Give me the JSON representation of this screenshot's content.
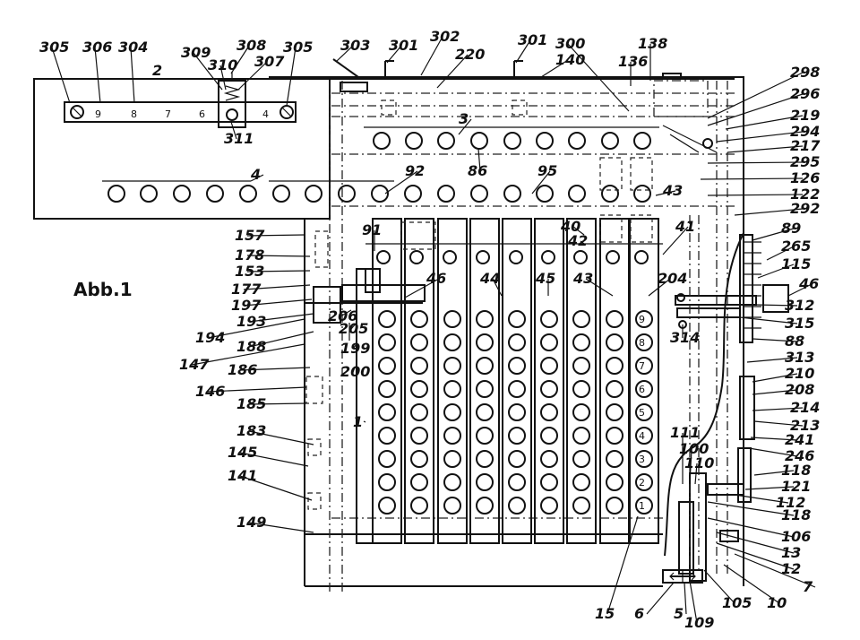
{
  "figure": {
    "title": "Abb.1"
  },
  "scale_numbers": [
    "9",
    "8",
    "7",
    "6",
    "4"
  ],
  "column_digits": [
    "9",
    "8",
    "7",
    "6",
    "5",
    "4",
    "3",
    "2",
    "1"
  ],
  "labels_top": [
    "305",
    "306",
    "304",
    "2",
    "309",
    "308",
    "310",
    "307",
    "305",
    "311",
    "303",
    "301",
    "302",
    "220",
    "301",
    "300",
    "138",
    "136",
    "140",
    "298",
    "296",
    "219",
    "294",
    "217",
    "295",
    "126",
    "3",
    "86",
    "4",
    "92",
    "95",
    "43",
    "122",
    "292"
  ],
  "labels_left": [
    "157",
    "178",
    "153",
    "177",
    "197",
    "193",
    "194",
    "188",
    "147",
    "186",
    "146",
    "185",
    "183",
    "145",
    "141",
    "149",
    "91",
    "206",
    "205",
    "199",
    "200",
    "1"
  ],
  "labels_middle": [
    "46",
    "44",
    "45",
    "43",
    "40",
    "42",
    "41",
    "204",
    "314",
    "111",
    "100",
    "110"
  ],
  "labels_right": [
    "89",
    "265",
    "115",
    "46",
    "312",
    "315",
    "88",
    "313",
    "210",
    "208",
    "214",
    "213",
    "241",
    "246",
    "118",
    "121",
    "112",
    "118",
    "106",
    "13",
    "12",
    "7",
    "10",
    "105",
    "109",
    "5",
    "6",
    "15"
  ]
}
